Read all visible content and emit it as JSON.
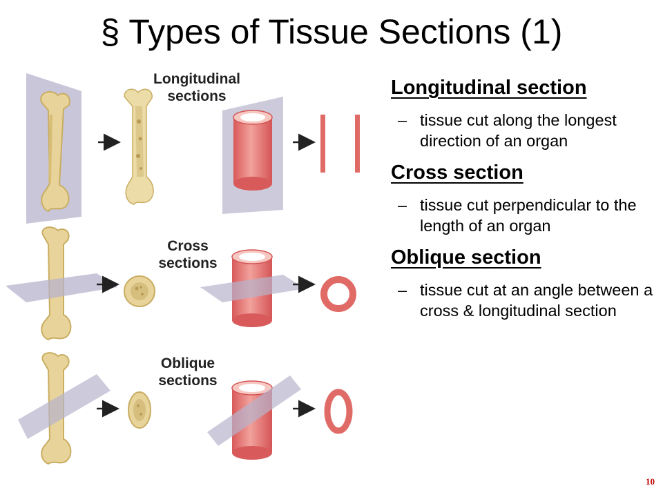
{
  "slide": {
    "title": "§ Types of Tissue Sections (1)",
    "page_number": "10"
  },
  "figure": {
    "labels": {
      "longitudinal": [
        "Longitudinal",
        "sections"
      ],
      "cross": [
        "Cross",
        "sections"
      ],
      "oblique": [
        "Oblique",
        "sections"
      ]
    },
    "colors": {
      "bone": "#e8d49a",
      "bone_shade": "#c9ad62",
      "cylinder": "#e26a6a",
      "cylinder_light": "#f3a9a5",
      "plane": "#b7b3cc",
      "arrow": "#222222"
    }
  },
  "sections": [
    {
      "heading": "Longitudinal section",
      "bullet": "tissue cut along the longest direction of an organ"
    },
    {
      "heading": "Cross section",
      "bullet": "tissue cut perpendicular to the length of an organ"
    },
    {
      "heading": "Oblique section",
      "bullet": "tissue cut at an angle between a cross & longitudinal section"
    }
  ]
}
